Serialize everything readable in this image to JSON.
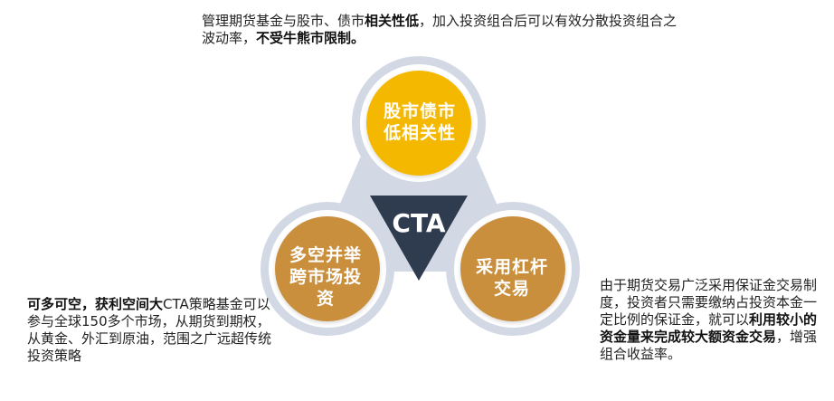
{
  "colors": {
    "yellow": "#F5B800",
    "bronze": "#C98F3E",
    "navy": "#2F3B4F",
    "ring": "#D3D9E4"
  },
  "top_text": {
    "p1": "管理期货基金与股市、债市",
    "b1": "相关性低",
    "p2": "，加入投资组合后可以有效分散投资组合之波动率，",
    "b2": "不受牛熊市限制。"
  },
  "left_text": {
    "b1": "可多可空，获利空间大",
    "p1": "CTA策略基金可以参与全球150多个市场，从期货到期权，从黄金、外汇到原油，范围之广远超传统投资策略"
  },
  "right_text": {
    "p1": "由于期货交易广泛采用保证金交易制度，投资者只需要缴纳占投资本金一定比例的保证金，就可以",
    "b1": "利用较小的资金量来完成较大额资金交易",
    "p2": "，增强组合收益率。"
  },
  "center": {
    "label": "CTA"
  },
  "circles": {
    "top": {
      "line1": "股市债市",
      "line2": "低相关性"
    },
    "left": {
      "line1": "多空并举",
      "line2": "跨市场投",
      "line3": "资"
    },
    "right": {
      "line1": "采用杠杆",
      "line2": "交易"
    }
  }
}
